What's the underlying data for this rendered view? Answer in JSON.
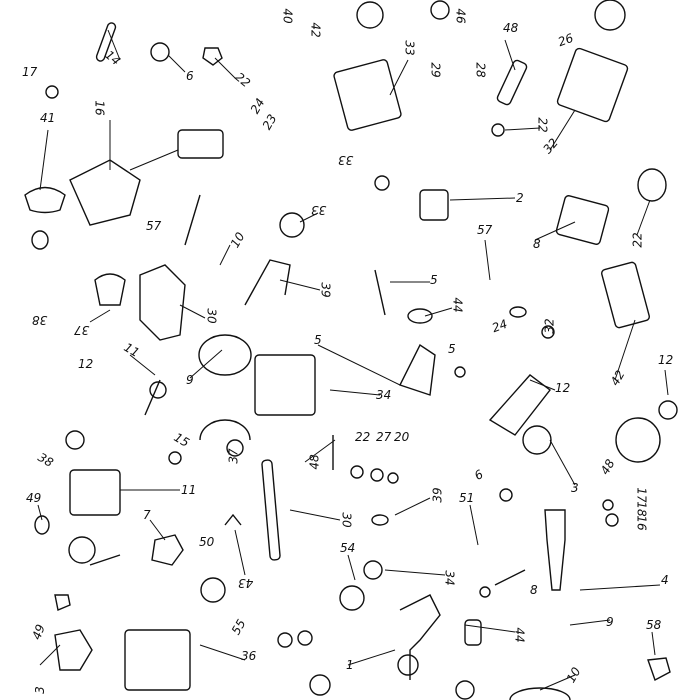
{
  "diagram": {
    "type": "exploded parts sheet",
    "line_color": "#111111",
    "background": "#ffffff"
  },
  "labels": [
    "14",
    "6",
    "22",
    "40",
    "42",
    "17",
    "41",
    "16",
    "24",
    "23",
    "33",
    "46",
    "48",
    "26",
    "29",
    "28",
    "22",
    "32",
    "33",
    "2",
    "8",
    "22",
    "57",
    "10",
    "33",
    "57",
    "38",
    "37",
    "30",
    "39",
    "5",
    "44",
    "24",
    "32",
    "5",
    "5",
    "11",
    "12",
    "9",
    "34",
    "12",
    "42",
    "12",
    "38",
    "15",
    "37",
    "48",
    "22",
    "27",
    "20",
    "3",
    "48",
    "11",
    "49",
    "7",
    "30",
    "39",
    "6",
    "51",
    "17",
    "18",
    "16",
    "50",
    "43",
    "54",
    "34",
    "8",
    "4",
    "49",
    "55",
    "36",
    "44",
    "9",
    "58",
    "1",
    "3",
    "10"
  ]
}
